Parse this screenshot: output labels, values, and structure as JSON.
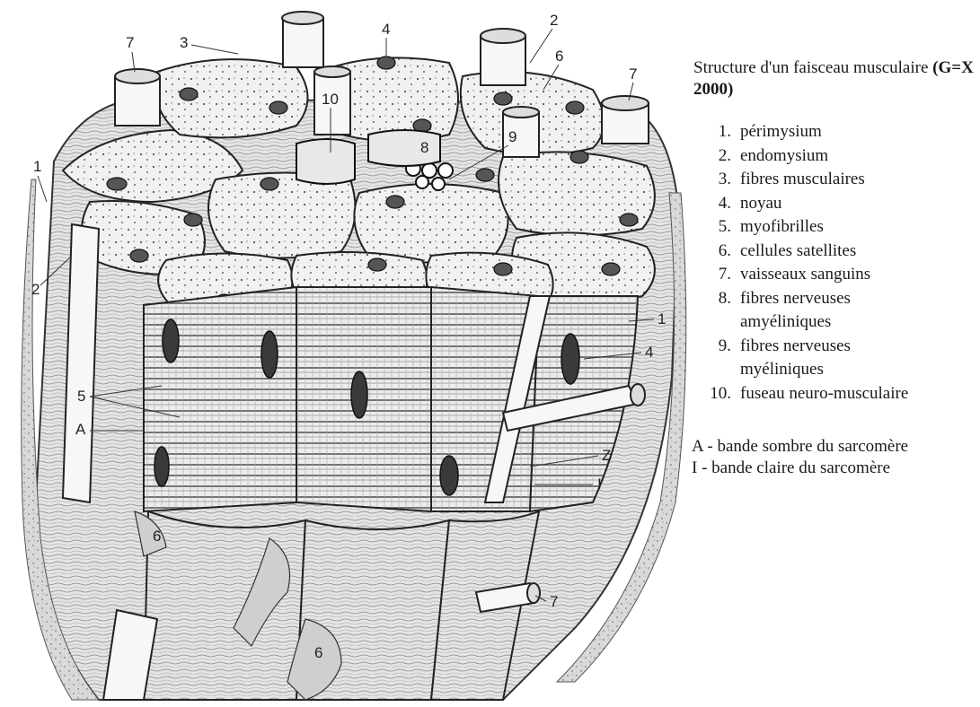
{
  "legend": {
    "title": "Structure d'un faisceau musculaire",
    "scale": "(G=X 2000)",
    "items": [
      {
        "num": "1.",
        "text": "périmysium"
      },
      {
        "num": "2.",
        "text": "endomysium"
      },
      {
        "num": "3.",
        "text": "fibres musculaires"
      },
      {
        "num": "4.",
        "text": "noyau"
      },
      {
        "num": "5.",
        "text": "myofibrilles"
      },
      {
        "num": "6.",
        "text": "cellules satellites"
      },
      {
        "num": "7.",
        "text": "vaisseaux sanguins"
      },
      {
        "num": "8.",
        "text": "fibres nerveuses amyéliniques"
      },
      {
        "num": "9.",
        "text": "fibres nerveuses myéliniques"
      },
      {
        "num": "10.",
        "text": "fuseau neuro-musculaire"
      }
    ],
    "bands": [
      "A - bande sombre du sarcomère",
      "I - bande claire du sarcomère"
    ]
  },
  "callouts": {
    "c7a": "7",
    "c3": "3",
    "c4a": "4",
    "c2a": "2",
    "c6a": "6",
    "c7b": "7",
    "c10": "10",
    "c8": "8",
    "c9": "9",
    "c1a": "1",
    "c2b": "2",
    "c1b": "1",
    "c4b": "4",
    "c5": "5",
    "cA": "A",
    "cZ": "Z",
    "cI": "I",
    "c6b": "6",
    "c6c": "6",
    "c7c": "7"
  }
}
